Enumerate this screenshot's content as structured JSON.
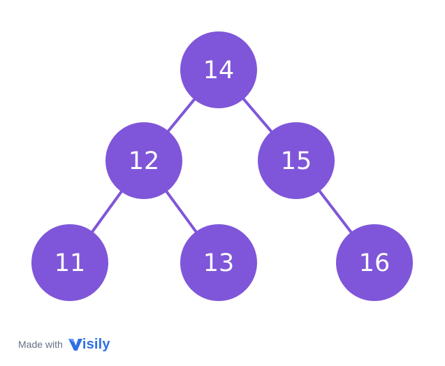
{
  "tree": {
    "node_color": "#7f56d9",
    "edge_color": "#7f56d9",
    "nodes": [
      {
        "id": "n14",
        "value": "14",
        "parent": null
      },
      {
        "id": "n12",
        "value": "12",
        "parent": "n14"
      },
      {
        "id": "n15",
        "value": "15",
        "parent": "n14"
      },
      {
        "id": "n11",
        "value": "11",
        "parent": "n12"
      },
      {
        "id": "n13",
        "value": "13",
        "parent": "n12"
      },
      {
        "id": "n16",
        "value": "16",
        "parent": "n15"
      }
    ]
  },
  "watermark": {
    "made_with": "Made with",
    "brand": "isily",
    "brand_logo_text": "Visily",
    "brand_color": "#2f6fe4"
  }
}
